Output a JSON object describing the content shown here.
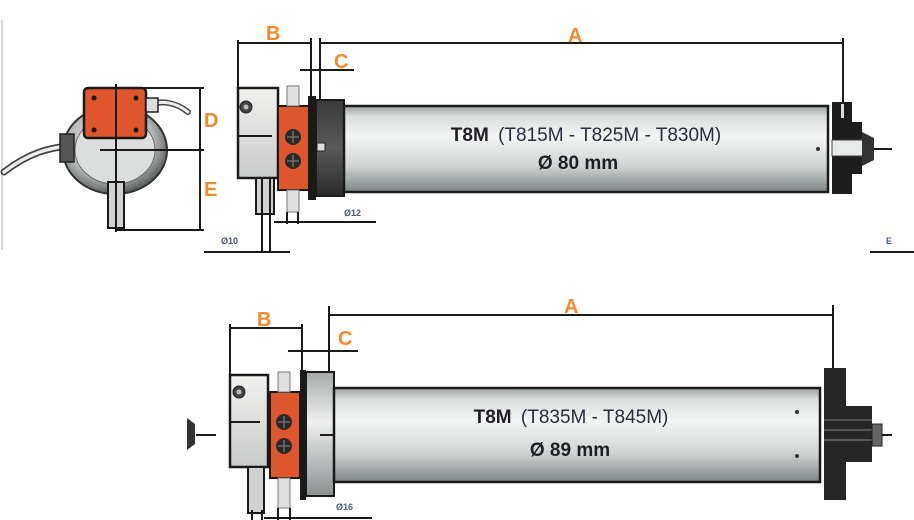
{
  "diagram": {
    "type": "technical-dimension-drawing",
    "subject": "Tubular motors T8M series",
    "colors": {
      "dimension_label": "#f08a2a",
      "head_orange": "#e0562c",
      "tube_light": "#e9eceb",
      "tube_dark": "#8d9293",
      "outline": "#1a1a1a",
      "small_dim_text": "#4a5a88"
    },
    "top_motor": {
      "model_bold": "T8M",
      "models": "(T815M - T825M - T830M)",
      "diameter": "Ø 80 mm",
      "labels": {
        "A": "A",
        "B": "B",
        "C": "C",
        "D": "D",
        "E": "E"
      },
      "shaft_dims": {
        "d10": "Ø10",
        "d12": "Ø12"
      },
      "edge_label": "E"
    },
    "bottom_motor": {
      "model_bold": "T8M",
      "models": "(T835M - T845M)",
      "diameter": "Ø 89 mm",
      "labels": {
        "A": "A",
        "B": "B",
        "C": "C"
      },
      "shaft_dims": {
        "d16": "Ø16"
      }
    }
  }
}
